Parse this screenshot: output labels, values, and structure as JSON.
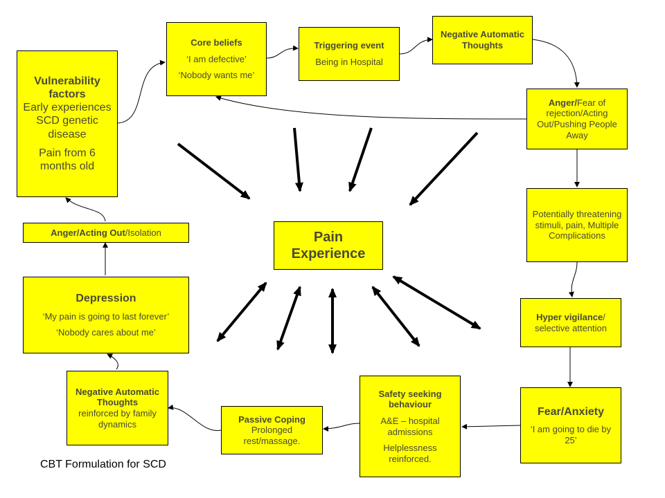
{
  "boxes": {
    "vulnerability": {
      "title": "Vulnerability factors",
      "line1": "Early experiences SCD genetic disease",
      "line2": "Pain from 6 months old"
    },
    "core_beliefs": {
      "title": "Core beliefs",
      "line1": "‘I am defective’",
      "line2": "‘Nobody wants me’"
    },
    "triggering": {
      "title": "Triggering event",
      "line1": "Being in Hospital"
    },
    "nat_top": {
      "title": "Negative Automatic Thoughts"
    },
    "anger_fear": {
      "title_bold": "Anger/",
      "rest": "Fear of rejection/Acting Out/Pushing People Away"
    },
    "threatening": {
      "text": "Potentially threatening stimuli, pain, Multiple Complications"
    },
    "hypervigilance": {
      "title_bold": "Hyper vigilance",
      "rest": "/ selective attention"
    },
    "fear_anxiety": {
      "title": "Fear/Anxiety",
      "line1": "‘I am going to die by 25’"
    },
    "safety": {
      "title": "Safety seeking behaviour",
      "line1": "A&E – hospital admissions",
      "line2": "Helplessness reinforced."
    },
    "passive": {
      "title": "Passive Coping",
      "line1": "Prolonged rest/massage."
    },
    "nat_bottom": {
      "title": "Negative Automatic Thoughts",
      "line1": "reinforced by family dynamics"
    },
    "depression": {
      "title": "Depression",
      "line1": "‘My pain is going to last forever’",
      "line2": "‘Nobody cares about me’"
    },
    "anger_acting": {
      "title_bold": "Anger/Acting Out",
      "rest": "/Isolation"
    },
    "pain": {
      "title": "Pain Experience"
    }
  },
  "caption": "CBT Formulation for SCD",
  "colors": {
    "box_fill": "#ffff00",
    "box_text": "#4a4a38",
    "arrow": "#000000"
  }
}
